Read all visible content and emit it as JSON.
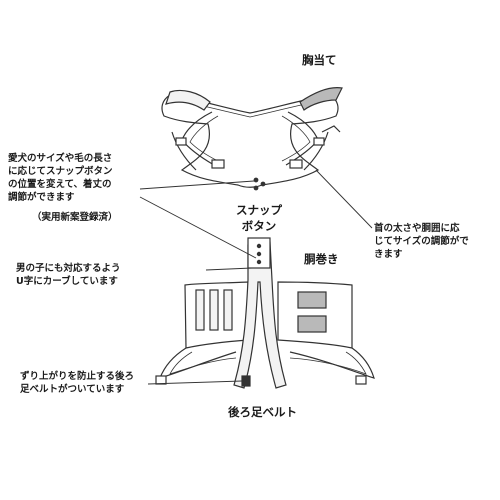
{
  "titles": {
    "chest_guard": "胸当て",
    "snap_button": [
      "スナップ",
      "ボタン"
    ],
    "body_wrap": "胴巻き",
    "rear_leg_belt": "後ろ足ベルト"
  },
  "annotations": {
    "snap_adjust": [
      "愛犬のサイズや毛の長さ",
      "に応じてスナップボタン",
      "の位置を変えて、着丈の",
      "調節ができます"
    ],
    "utility_model": "（実用新案登録済）",
    "neck_adjust": [
      "首の太さや胴囲に応",
      "じてサイズの調節がで",
      "きます"
    ],
    "male_dogs": [
      "男の子にも対応するよう",
      "U字にカーブしています"
    ],
    "anti_slip": [
      "ずり上がりを防止する後ろ",
      "足ベルトがついています"
    ]
  },
  "colors": {
    "ink": "#1a1a1a",
    "line": "#333333",
    "strap_fill": "#f3f3f3",
    "patch_fill": "#b9b9b9",
    "background": "#ffffff"
  }
}
